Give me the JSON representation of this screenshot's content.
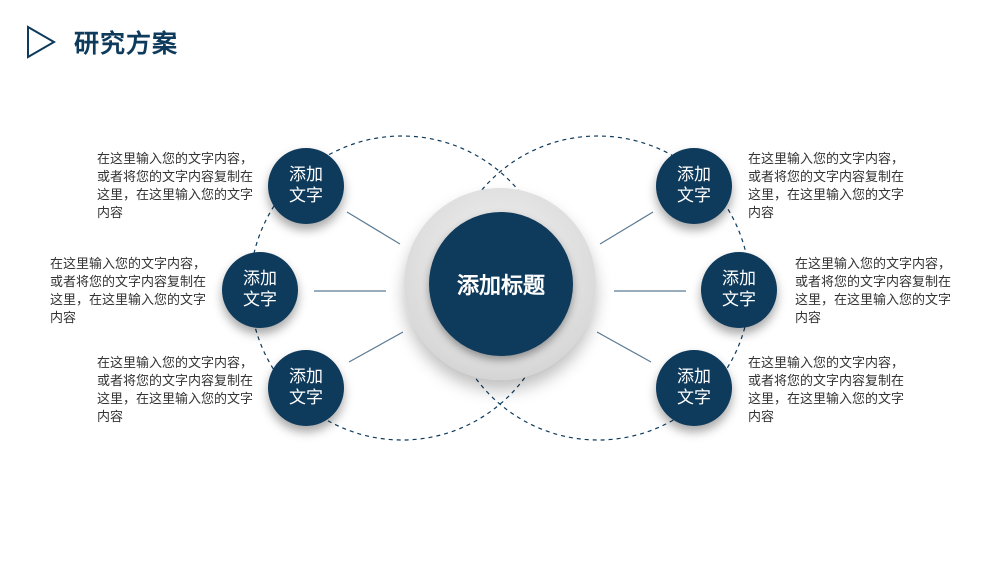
{
  "header": {
    "title": "研究方案"
  },
  "center": {
    "label": "添加标题"
  },
  "nodes": [
    {
      "label": "添加\n文字",
      "text": "在这里输入您的文字内容，或者将您的文字内容复制在这里，在这里输入您的文字内容"
    },
    {
      "label": "添加\n文字",
      "text": "在这里输入您的文字内容，或者将您的文字内容复制在这里，在这里输入您的文字内容"
    },
    {
      "label": "添加\n文字",
      "text": "在这里输入您的文字内容，或者将您的文字内容复制在这里，在这里输入您的文字内容"
    },
    {
      "label": "添加\n文字",
      "text": "在这里输入您的文字内容，或者将您的文字内容复制在这里，在这里输入您的文字内容"
    },
    {
      "label": "添加\n文字",
      "text": "在这里输入您的文字内容，或者将您的文字内容复制在这里，在这里输入您的文字内容"
    },
    {
      "label": "添加\n文字",
      "text": "在这里输入您的文字内容，或者将您的文字内容复制在这里，在这里输入您的文字内容"
    }
  ],
  "colors": {
    "primary": "#0e3a5c",
    "line": "#5a7a94",
    "text": "#333333"
  }
}
